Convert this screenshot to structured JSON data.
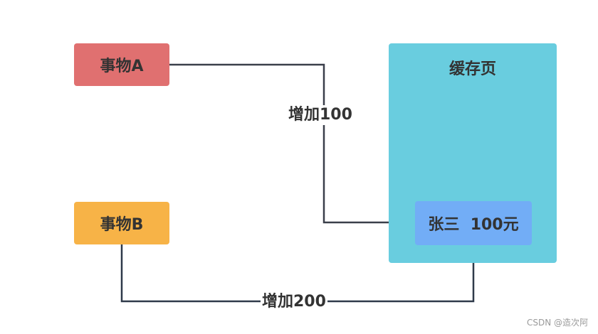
{
  "nodes": {
    "transaction_a": "事物A",
    "transaction_b": "事物B",
    "cache_page": "缓存页",
    "record": "张三  100元"
  },
  "edges": {
    "a_to_record": "增加100",
    "b_to_record": "增加200"
  },
  "colors": {
    "transaction_a": "#e07070",
    "transaction_b": "#f7b347",
    "cache_page": "#69cddf",
    "record": "#72adf6",
    "arrow": "#3a3f4a"
  },
  "watermark": "CSDN @造次阿"
}
